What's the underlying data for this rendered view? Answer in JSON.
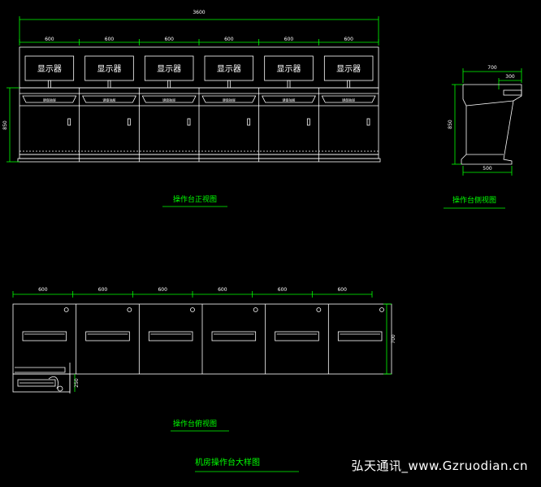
{
  "front_view": {
    "overall_width": "3600",
    "module_widths": [
      "600",
      "600",
      "600",
      "600",
      "600",
      "600"
    ],
    "height": "850",
    "monitor_label": "显示器",
    "panel_label": "键盘抽屉",
    "title": "操作台正视图"
  },
  "side_view": {
    "top_depth": "700",
    "top_inner": "300",
    "height": "850",
    "base_depth": "500",
    "title": "操作台侧视图"
  },
  "plan_view": {
    "module_widths": [
      "600",
      "600",
      "600",
      "600",
      "600",
      "600"
    ],
    "depth": "700",
    "small_dim": "250",
    "title": "操作台俯视图"
  },
  "sheet_title": "机房操作台大样图",
  "watermark": "弘天通讯_www.Gzruodian.cn",
  "colors": {
    "background": "#000000",
    "line": "#ffffff",
    "dimension": "#00ff00",
    "label": "#00ff00"
  }
}
